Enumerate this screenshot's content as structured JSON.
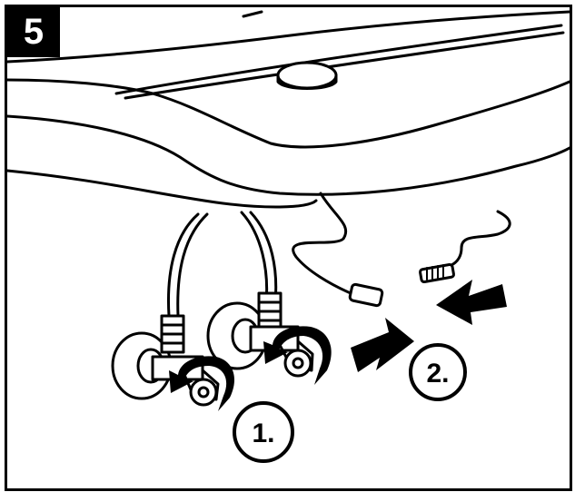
{
  "step": {
    "number": "5"
  },
  "callouts": [
    {
      "id": "1",
      "label": "1."
    },
    {
      "id": "2",
      "label": "2."
    }
  ],
  "colors": {
    "ink": "#000000",
    "paper": "#ffffff"
  },
  "icons": {
    "sink": "sink-basin-icon",
    "valve": "shutoff-valve-icon",
    "rotate": "rotate-arrow-icon",
    "push": "push-arrow-icon"
  }
}
